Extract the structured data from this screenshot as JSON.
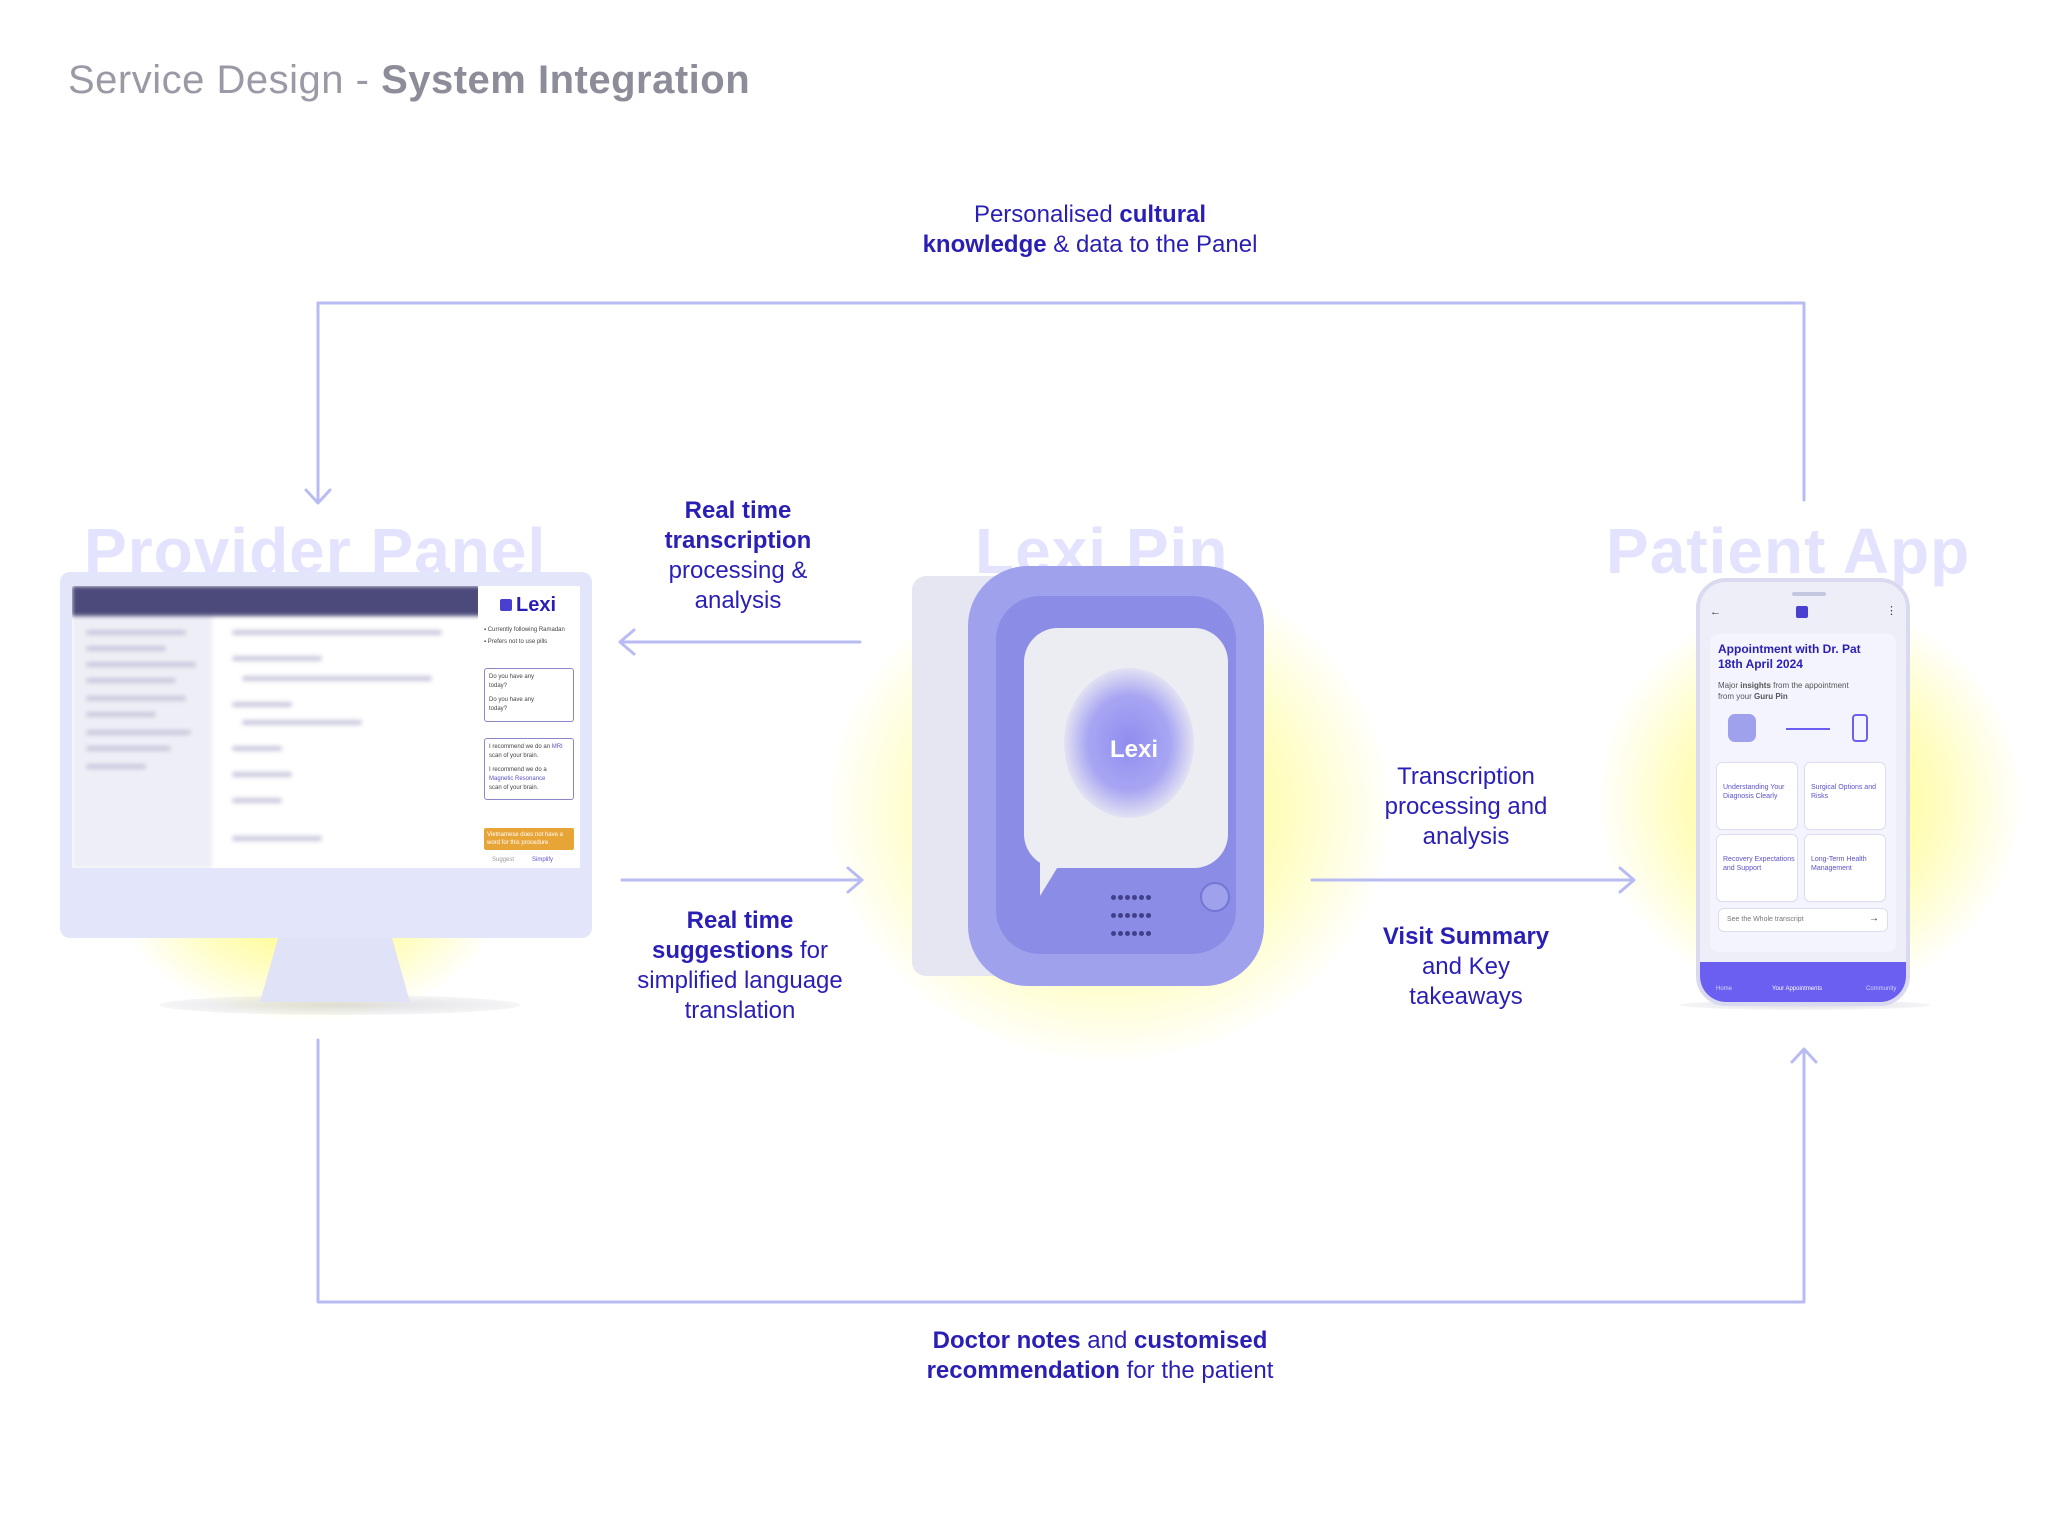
{
  "header": {
    "title_light": "Service Design - ",
    "title_bold": "System Integration"
  },
  "nodes": {
    "provider_panel": {
      "title": "Provider Panel"
    },
    "lexi_pin": {
      "title": "Lexi Pin",
      "device_label": "Lexi"
    },
    "patient_app": {
      "title": "Patient App"
    }
  },
  "edges": {
    "top_loop": {
      "line1_pre": "Personalised ",
      "line1_bold": "cultural",
      "line2_bold": "knowledge",
      "line2_post": " & data to the Panel"
    },
    "pin_to_panel": {
      "line1": "Real time",
      "line2": "transcription",
      "line3": "processing &",
      "line4": "analysis"
    },
    "panel_to_pin": {
      "line1": "Real time",
      "line2_bold": "suggestions",
      "line2_post": " for",
      "line3": "simplified language",
      "line4": "translation"
    },
    "pin_to_app_top": {
      "line1": "Transcription",
      "line2": "processing and",
      "line3": "analysis"
    },
    "pin_to_app_bottom": {
      "line1": "Visit Summary",
      "line2": "and Key",
      "line3": "takeaways"
    },
    "bottom_loop": {
      "line1_bold_a": "Doctor notes",
      "line1_mid": " and ",
      "line1_bold_b": "customised",
      "line2_bold": "recommendation",
      "line2_post": " for the patient"
    }
  },
  "provider_screen": {
    "logo": "Lexi",
    "check1": "Currently following Ramadan",
    "check2": "Prefers not to use pills",
    "msg1_a": "Do you have any",
    "msg1_b": "today?",
    "msg2_a": "Do you have any",
    "msg2_b": "today?",
    "msg3_a": "I recommend we do an",
    "msg3_hl": "MRI",
    "msg3_b": "scan of your brain.",
    "msg4_a": "I recommend we do a",
    "msg4_hl": "Magnetic Resonance",
    "msg4_b": "scan of your brain.",
    "alert": "Vietnamese does not have a word for this procedure",
    "tab1": "Suggest",
    "tab2": "Simplify"
  },
  "patient_screen": {
    "title1": "Appointment with Dr. Pat",
    "title2": "18th April 2024",
    "sub1_pre": "Major ",
    "sub1_bold": "insights",
    "sub1_post": " from the appointment",
    "sub2_pre": "from your ",
    "sub2_bold": "Guru Pin",
    "tiles": [
      "Understanding Your Diagnosis Clearly",
      "Surgical Options and Risks",
      "Recovery Expectations and Support",
      "Long-Term Health Management"
    ],
    "see_all": "See the Whole transcript",
    "nav": [
      "Home",
      "Your Appointments",
      "Community"
    ]
  },
  "colors": {
    "accent": "#2a1fb5",
    "connector": "#b9bcf3",
    "node_title": "#e3e3ff",
    "glow": "#fff93c",
    "device": "#9fa1ec"
  }
}
